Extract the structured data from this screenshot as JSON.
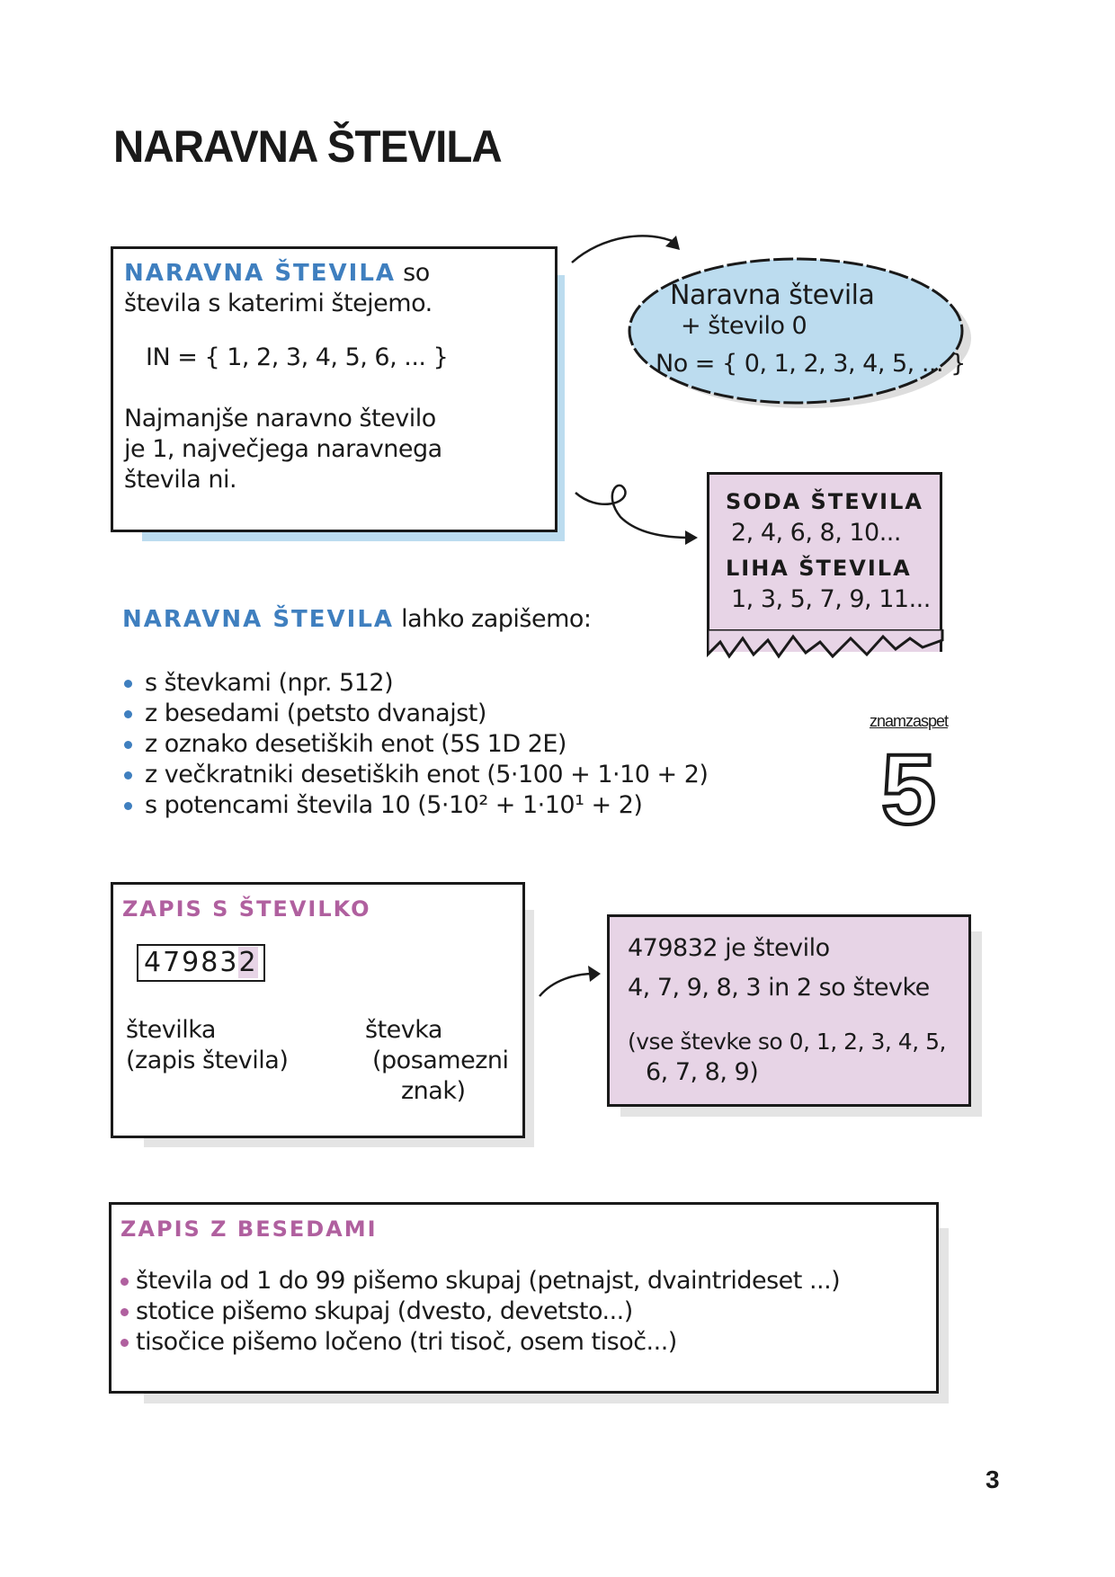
{
  "page": {
    "title": "NARAVNA ŠTEVILA",
    "page_number": "3"
  },
  "definition_box": {
    "term": "NARAVNA ŠTEVILA",
    "line1_rest": "so",
    "line2": "števila s katerimi štejemo.",
    "set": "IN = { 1, 2, 3, 4, 5, 6, ... }",
    "note_lines": [
      "Najmanjše naravno število",
      "je 1, največjega naravnega",
      "števila ni."
    ]
  },
  "cloud": {
    "lines": [
      "Naravna števila",
      "+ število 0",
      "No = { 0, 1, 2, 3, 4, 5, ... }"
    ]
  },
  "even_odd": {
    "even_title": "SODA ŠTEVILA",
    "even_values": "2, 4, 6, 8, 10...",
    "odd_title": "LIHA ŠTEVILA",
    "odd_values": "1, 3, 5, 7, 9, 11..."
  },
  "notation": {
    "term": "NARAVNA ŠTEVILA",
    "rest": "lahko zapišemo:",
    "items": [
      "s števkami (npr. 512)",
      "z besedami (petsto dvanajst)",
      "z oznako desetiških enot (5S 1D 2E)",
      "z večkratniki desetiških enot (5·100 + 1·10 + 2)",
      "s potencami števila 10 (5·10² + 1·10¹ + 2)"
    ]
  },
  "logo": {
    "text": "znamzaspet",
    "digit": "5"
  },
  "digit_box": {
    "title": "ZAPIS S ŠTEVILKO",
    "number_main": "47983",
    "number_last": "2",
    "left_label": [
      "številka",
      "(zapis števila)"
    ],
    "right_label": [
      "števka",
      "(posamezni",
      "znak)"
    ]
  },
  "digit_explain": {
    "lines": [
      "479832 je število",
      "4, 7, 9, 8, 3 in 2 so števke",
      "(vse števke so 0, 1, 2, 3, 4, 5,",
      "6, 7, 8, 9)"
    ]
  },
  "words_box": {
    "title": "ZAPIS Z BESEDAMI",
    "items": [
      "števila od 1 do 99 pišemo skupaj (petnajst, dvaintrideset ...)",
      "stotice pišemo skupaj (dvesto, devetsto...)",
      "tisočice pišemo ločeno (tri tisoč, osem tisoč...)"
    ]
  },
  "colors": {
    "blue": "#3f7fbf",
    "light_blue": "#bcdcef",
    "pink": "#e7d4e6",
    "pink_title": "#b0609f"
  }
}
